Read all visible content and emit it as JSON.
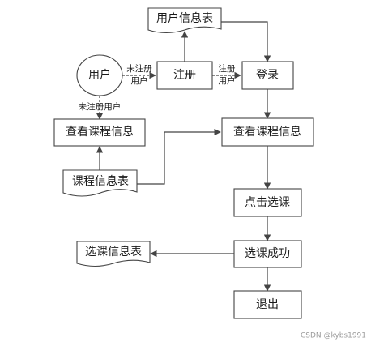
{
  "nodes": {
    "user": "用户",
    "user_table": "用户信息表",
    "register": "注册",
    "login": "登录",
    "view_course_left": "查看课程信息",
    "view_course_right": "查看课程信息",
    "course_table": "课程信息表",
    "click_select": "点击选课",
    "select_table": "选课信息表",
    "select_success": "选课成功",
    "exit": "退出"
  },
  "edge_labels": {
    "unreg_1_a": "未注册",
    "unreg_1_b": "用户",
    "reg_a": "注册",
    "reg_b": "用户",
    "unreg_2": "未注册用户"
  },
  "watermark": "CSDN @kybs1991",
  "colors": {
    "stroke": "#444444",
    "text": "#1a1a1a",
    "watermark": "#9a9a9a"
  }
}
